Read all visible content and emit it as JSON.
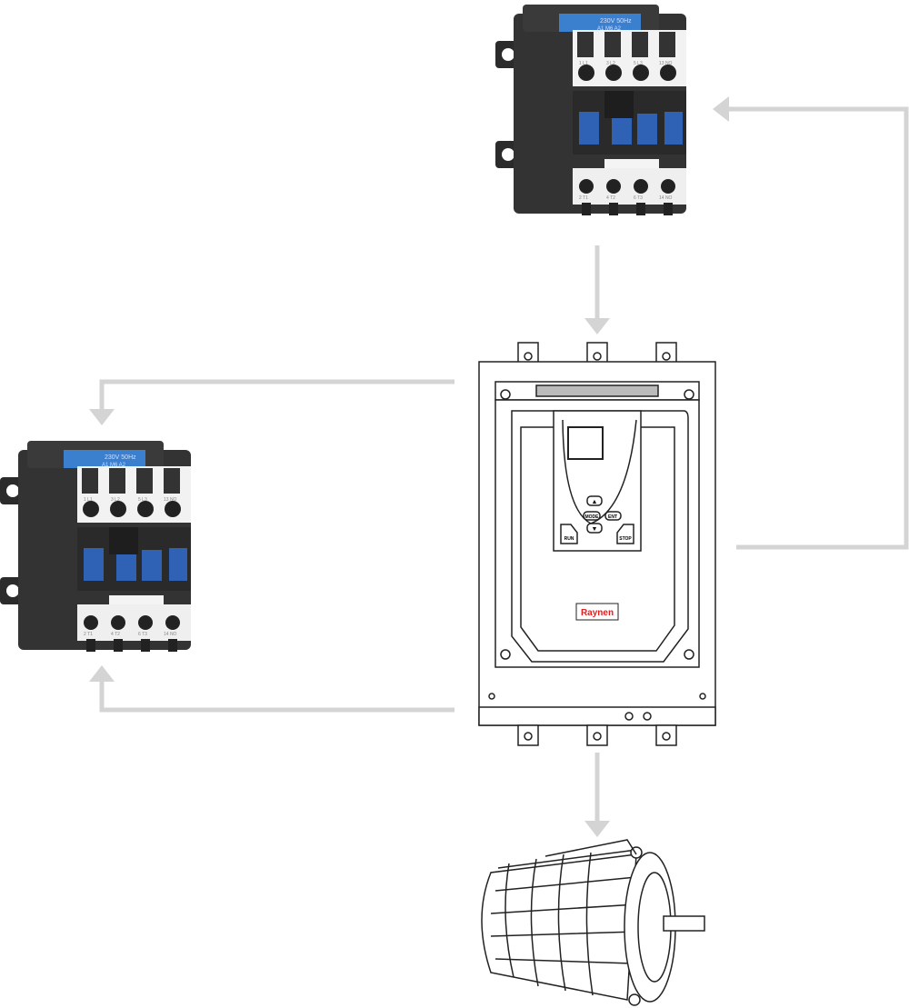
{
  "diagram": {
    "arrow_color": "#d4d4d4",
    "contactor_top": {
      "rating": "230V 50Hz",
      "coil": "A1  M6  A2",
      "terminals": [
        "1 L1",
        "3 L2",
        "5 L3",
        "13 NO"
      ],
      "bottom_terminals": [
        "2 T1",
        "4 T2",
        "6 T3",
        "14 NO"
      ]
    },
    "contactor_left": {
      "rating": "230V 50Hz",
      "coil": "A1  M6  A2",
      "terminals": [
        "1 L1",
        "3 L2",
        "5 L3",
        "13 NO"
      ],
      "bottom_terminals": [
        "2 T1",
        "4 T2",
        "6 T3",
        "14 NO"
      ]
    },
    "soft_starter": {
      "brand": "Raynen",
      "brand_color": "#e02020",
      "keys": {
        "up": "▲",
        "down": "▼",
        "mode": "MODE",
        "ent": "ENT",
        "run": "RUN",
        "stop": "STOP"
      }
    },
    "motor": {
      "name": "motor"
    }
  }
}
